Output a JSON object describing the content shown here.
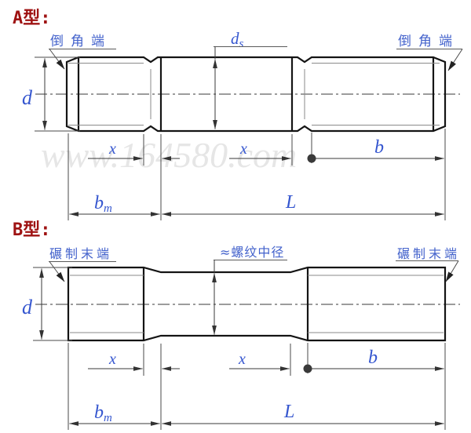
{
  "titles": {
    "type_a": "A型:",
    "type_b": "B型:"
  },
  "annotations": {
    "chamfer_end": "倒角端",
    "rolled_end": "碾制末端",
    "pitch_diameter": "≈螺纹中径"
  },
  "dimensions": {
    "d": "d",
    "ds_base": "d",
    "ds_sub": "s",
    "x": "x",
    "b": "b",
    "bm_base": "b",
    "bm_sub": "m",
    "L": "L"
  },
  "watermark": "www.164580.com",
  "colors": {
    "line": "#141414",
    "dimension_text": "#3556cf",
    "annotation_text": "#4463cc",
    "title_text": "#9e1212",
    "watermark_text": "#dedede"
  }
}
